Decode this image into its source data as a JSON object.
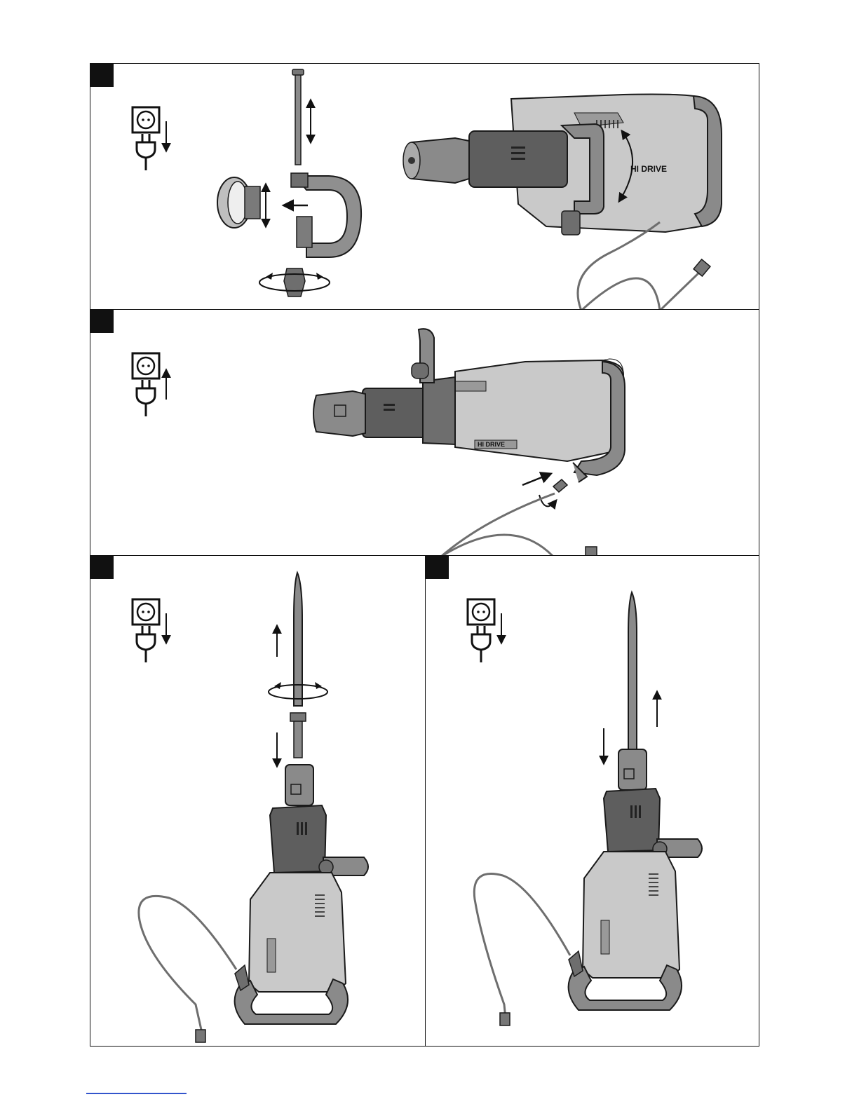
{
  "brand_label": "HI DRIVE",
  "figures": [
    {
      "id": "fig-1",
      "unplug": true
    },
    {
      "id": "fig-2",
      "unplug": false
    },
    {
      "id": "fig-3",
      "unplug": true
    },
    {
      "id": "fig-4",
      "unplug": true
    }
  ],
  "colors": {
    "body_dark": "#5e5e5e",
    "body_mid": "#8a8a8a",
    "body_light": "#c9c9c9",
    "outline": "#1a1a1a",
    "marker": "#111111",
    "footer_line": "#3355cc"
  }
}
